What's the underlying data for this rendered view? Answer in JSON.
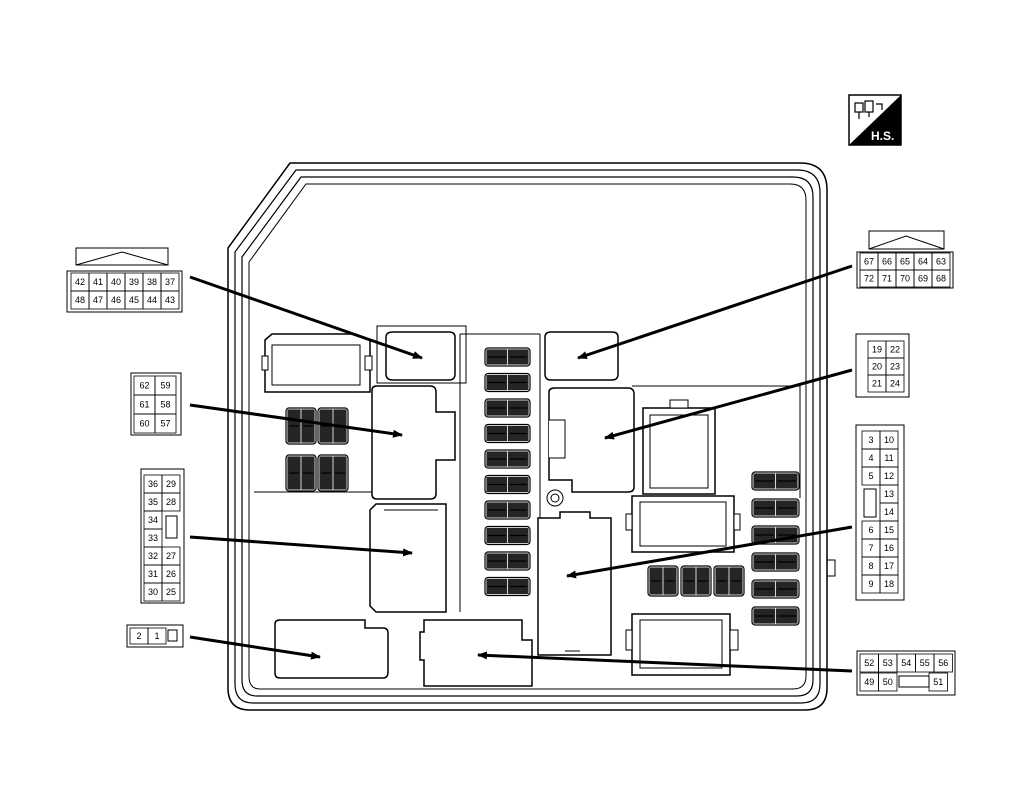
{
  "badge": {
    "label": "H.S.",
    "icon": "harness-connector-icon"
  },
  "connectors": {
    "top_left": {
      "row1": [
        "42",
        "41",
        "40",
        "39",
        "38",
        "37"
      ],
      "row2": [
        "48",
        "47",
        "46",
        "45",
        "44",
        "43"
      ]
    },
    "top_right": {
      "row1": [
        "67",
        "66",
        "65",
        "64",
        "63"
      ],
      "row2": [
        "72",
        "71",
        "70",
        "69",
        "68"
      ]
    },
    "left_1": {
      "col1": [
        "62",
        "61",
        "60"
      ],
      "col2": [
        "59",
        "58",
        "57"
      ]
    },
    "left_2": {
      "col1": [
        "36",
        "35",
        "34",
        "33",
        "32",
        "31",
        "30"
      ],
      "col2": [
        "29",
        "28",
        "",
        "",
        "27",
        "26",
        "25"
      ]
    },
    "left_3": {
      "pins": [
        "2",
        "1"
      ]
    },
    "right_1": {
      "col1": [
        "19",
        "20",
        "21"
      ],
      "col2": [
        "22",
        "23",
        "24"
      ]
    },
    "right_2": {
      "col1": [
        "3",
        "4",
        "5",
        "",
        "6",
        "7",
        "8",
        "9"
      ],
      "col2": [
        "10",
        "11",
        "12",
        "13",
        "14",
        "15",
        "16",
        "17",
        "18"
      ]
    },
    "right_3": {
      "row1": [
        "52",
        "53",
        "54",
        "55",
        "56"
      ],
      "row2": [
        "49",
        "50",
        "51"
      ]
    }
  }
}
